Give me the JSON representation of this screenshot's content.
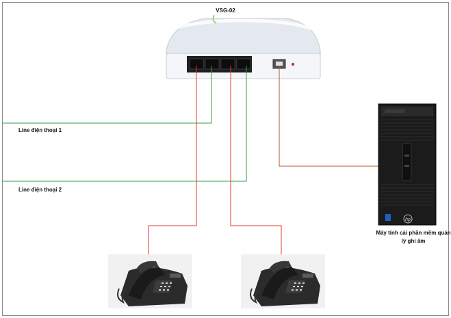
{
  "title": "VSG-02",
  "lines": [
    {
      "label": "Line điện thoại 1"
    },
    {
      "label": "Line điện thoại 2"
    }
  ],
  "computer": {
    "label": "Máy tính cài phần mềm quản lý ghi âm"
  },
  "colors": {
    "phone_line": "#2e9e4e",
    "extension_cable": "#e23a2e",
    "usb_cable": "#b25a2a",
    "frame": "#7d7d7d"
  },
  "icons": [
    "recorder-device-icon",
    "desk-phone-icon",
    "desktop-tower-icon",
    "hp-logo-icon"
  ]
}
